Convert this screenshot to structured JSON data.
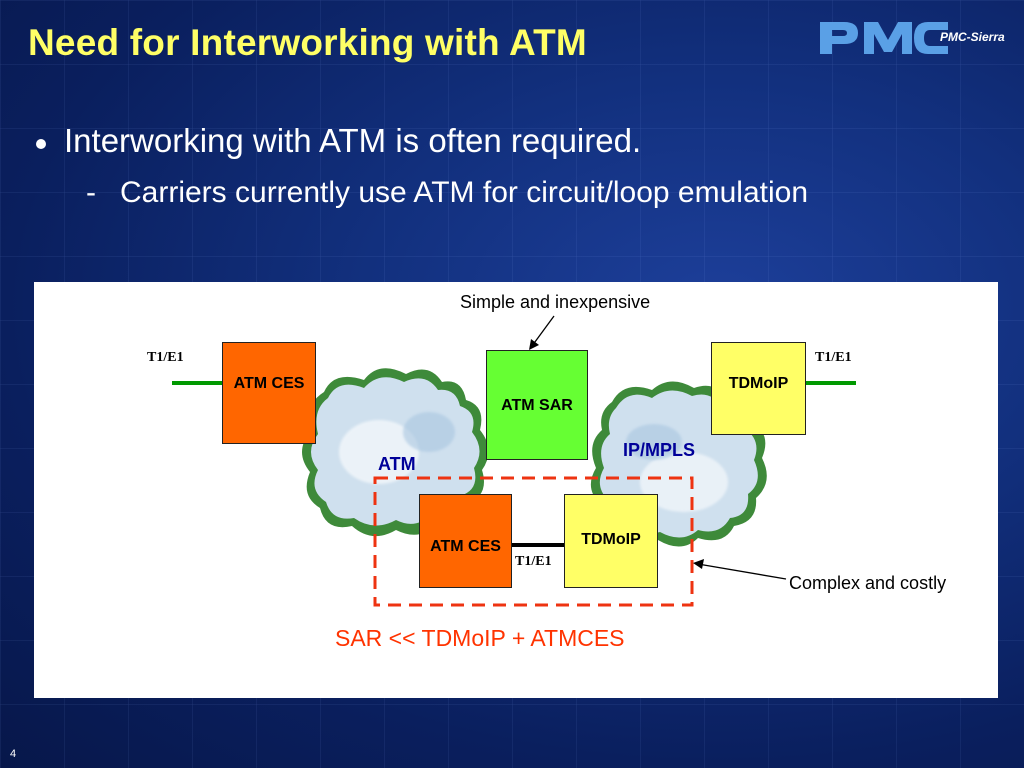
{
  "slide": {
    "title": "Need for Interworking with ATM",
    "page_number": "4",
    "logo": {
      "mark": "PMC",
      "company": "PMC-Sierra"
    }
  },
  "bullets": {
    "main": "Interworking with ATM is often required.",
    "sub_marker": "-",
    "sub": "Carriers currently use ATM for circuit/loop emulation"
  },
  "diagram": {
    "clouds": {
      "atm_label": "ATM",
      "ipmpls_label": "IP/MPLS"
    },
    "boxes": {
      "atm_ces_top": "ATM CES",
      "atm_sar": "ATM SAR",
      "tdmoip_top": "TDMoIP",
      "atm_ces_bottom": "ATM CES",
      "tdmoip_bottom": "TDMoIP"
    },
    "links": {
      "left": "T1/E1",
      "right": "T1/E1",
      "middle": "T1/E1"
    },
    "annotations": {
      "simple": "Simple and inexpensive",
      "complex": "Complex and costly",
      "equation": "SAR << TDMoIP + ATMCES"
    },
    "colors": {
      "orange_box": "#ff6600",
      "green_box": "#66ff33",
      "yellow_box": "#ffff66",
      "link_green": "#009900",
      "dashed_red": "#ee3311",
      "label_blue": "#000099",
      "equation_red": "#ff3300",
      "cloud_fill": "#c9dcea",
      "cloud_edge": "#3e8a3a"
    }
  }
}
